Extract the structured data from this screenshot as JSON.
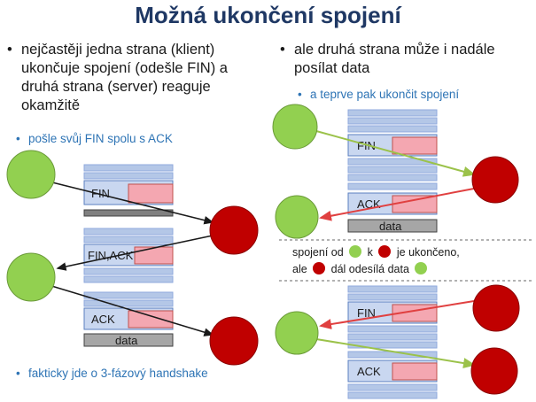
{
  "title": "Možná ukončení spojení",
  "left": {
    "bullet": "nejčastěji jedna strana (klient) ukončuje spojení (odešle FIN) a druhá strana (server) reaguje okamžitě",
    "sub1": "pošle svůj FIN spolu s ACK",
    "sub2": "fakticky jde o 3-fázový handshake",
    "segments": {
      "fin": "FIN",
      "finack": "FIN,ACK",
      "ack": "ACK",
      "data": "data"
    }
  },
  "right": {
    "bullet": "ale druhá strana může i nadále posílat data",
    "sub1": "a teprve pak ukončit spojení",
    "note": {
      "part1": "spojení od",
      "part2": "k",
      "part3": "je ukončeno,",
      "part4": "ale",
      "part5": "dál odesílá data"
    },
    "segments": {
      "fin1": "FIN",
      "ack1": "ACK",
      "data": "data",
      "fin2": "FIN",
      "ack2": "ACK"
    }
  },
  "colors": {
    "title": "#1f3864",
    "client": "#92d050",
    "server": "#c00000",
    "header_stripe": "#b4c7e7",
    "payload": "#f4a7b1",
    "data_bar": "#a6a6a6",
    "accent_text": "#2e74b5"
  }
}
